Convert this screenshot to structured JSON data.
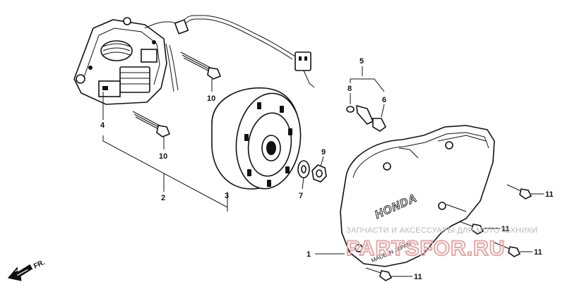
{
  "callouts": [
    {
      "id": "1",
      "label": "1"
    },
    {
      "id": "2",
      "label": "2"
    },
    {
      "id": "3",
      "label": "3"
    },
    {
      "id": "4",
      "label": "4"
    },
    {
      "id": "5",
      "label": "5"
    },
    {
      "id": "6",
      "label": "6"
    },
    {
      "id": "7",
      "label": "7"
    },
    {
      "id": "8",
      "label": "8"
    },
    {
      "id": "9",
      "label": "9"
    },
    {
      "id": "10a",
      "label": "10"
    },
    {
      "id": "10b",
      "label": "10"
    },
    {
      "id": "11a",
      "label": "11"
    },
    {
      "id": "11b",
      "label": "11"
    },
    {
      "id": "11c",
      "label": "11"
    },
    {
      "id": "11d",
      "label": "11"
    }
  ],
  "cover_logo": "HONDA",
  "cover_stamp": "MADE IN JAPAN",
  "direction_marker": "FR.",
  "watermark": {
    "line1": "ЗАПЧАСТИ И АКСЕССУАРЫ ДЛЯ МОТОТЕХНИКИ",
    "brand": "PARTSFOR.RU"
  },
  "colors": {
    "ink": "#111111",
    "watermark_text": "#b9b9b9",
    "watermark_brand": "#e6a7a7"
  }
}
